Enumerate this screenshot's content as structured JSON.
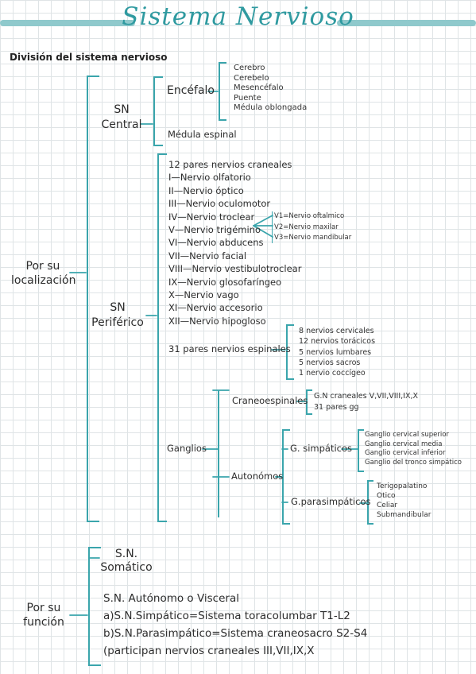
{
  "title": "Sistema Nervioso",
  "section_title": "División del sistema nervioso",
  "localizacion": {
    "label_line1": "Por su",
    "label_line2": "localización",
    "sn_central": {
      "label_line1": "SN",
      "label_line2": "Central",
      "encefalo": "Encéfalo",
      "encefalo_items": [
        "Cerebro",
        "Cerebelo",
        "Mesencéfalo",
        "Puente",
        "Médula oblongada"
      ],
      "medula": "Médula espinal"
    },
    "sn_periferico": {
      "label_line1": "SN",
      "label_line2": "Periférico",
      "craneales_header": "12 pares nervios craneales",
      "craneales": [
        "I—Nervio olfatorio",
        "II—Nervio óptico",
        "III—Nervio oculomotor",
        "IV—Nervio troclear",
        "V—Nervio trigémino",
        "VI—Nervio abducens",
        "VII—Nervio facial",
        "VIII—Nervio vestibulotroclear",
        "IX—Nervio glosofaríngeo",
        "X—Nervio vago",
        "XI—Nervio accesorio",
        "XII—Nervio hipogloso"
      ],
      "trigemino_ramas": [
        "V1=Nervio oftalmico",
        "V2=Nervio maxilar",
        "V3=Nervio mandibular"
      ],
      "espinales_header": "31 pares nervios espinales",
      "espinales": [
        "8 nervios cervicales",
        "12 nervios torácicos",
        "5 nervios lumbares",
        "5 nervios sacros",
        "1 nervio coccígeo"
      ],
      "ganglios": "Ganglios",
      "craneoespinales": "Craneoespinales",
      "craneoespinales_items": [
        "G.N craneales V,VII,VIII,IX,X",
        "31 pares gg"
      ],
      "autonomos": "Autonómos",
      "simpaticos": "G. simpáticos",
      "simpaticos_items": [
        "Ganglio cervical superior",
        "Ganglio cervical media",
        "Ganglio cervical inferior",
        "Ganglio del tronco simpático"
      ],
      "parasimpaticos": "G.parasimpáticos",
      "parasimpaticos_items": [
        "Terigopalatino",
        "Otico",
        "Celiar",
        "Submandibular"
      ]
    }
  },
  "funcion": {
    "label_line1": "Por su",
    "label_line2": "función",
    "somatico_line1": "S.N.",
    "somatico_line2": "Somático",
    "autonomo": "S.N. Autónomo o Visceral",
    "simpatico": "a)S.N.Simpático=Sistema toracolumbar T1-L2",
    "parasimpatico": "b)S.N.Parasimpático=Sistema craneosacro S2-S4",
    "nota": "(participan nervios craneales III,VII,IX,X"
  },
  "colors": {
    "accent": "#3aa5ac",
    "title": "#2f9aa0",
    "band": "#8fc9cc",
    "grid": "#dfe4e6"
  }
}
